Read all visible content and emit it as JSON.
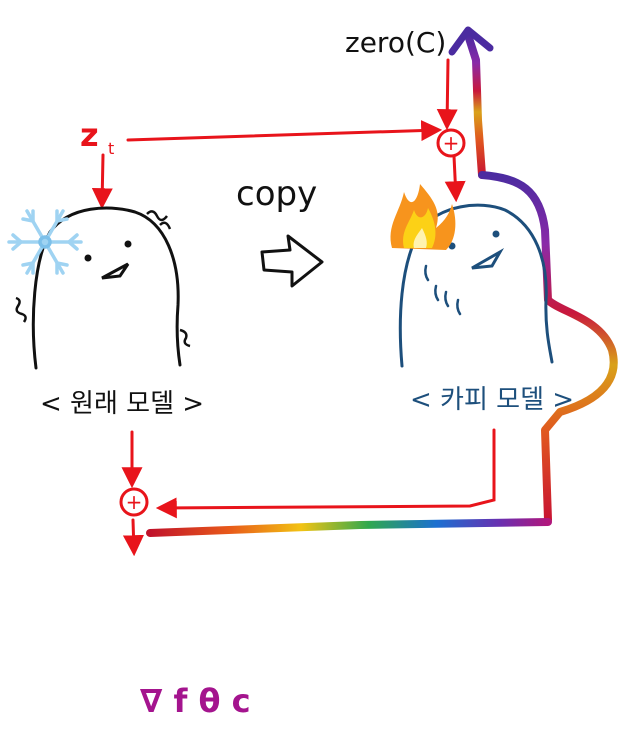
{
  "labels": {
    "z_input": "z",
    "z_subscript": "t",
    "zero_conv": "zero(C)",
    "copy": "copy",
    "original_model": "< 원래 모델 >",
    "copy_model": "< 카피 모델 >",
    "output": "∇ f θ c"
  },
  "symbols": {
    "plus": "+"
  },
  "colors": {
    "arrow": "#e8141b",
    "original_outline": "#111111",
    "copy_outline": "#1d4f7c",
    "output_text": "#a4148e",
    "frozen": "#9fd3f2",
    "fire": "#f7941d"
  },
  "icons": {
    "frozen": "snowflake-icon",
    "trainable": "fire-icon",
    "sum": "plus-circle-icon"
  }
}
